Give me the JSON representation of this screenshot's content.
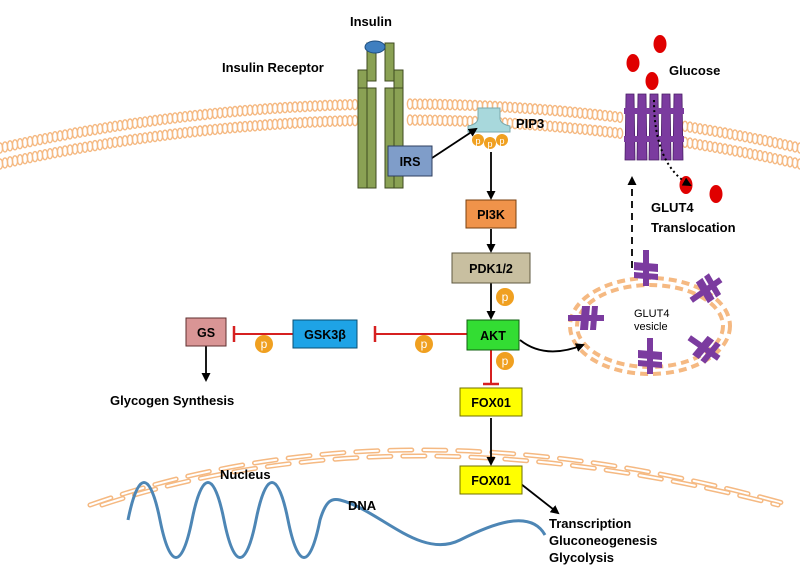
{
  "labels": {
    "insulin": "Insulin",
    "insulin_receptor": "Insulin Receptor",
    "pip3": "PIP3",
    "glucose": "Glucose",
    "glut4_translocation_1": "GLUT4",
    "glut4_translocation_2": "Translocation",
    "glut4_vesicle_1": "GLUT4",
    "glut4_vesicle_2": "vesicle",
    "glycogen_synthesis": "Glycogen Synthesis",
    "nucleus": "Nucleus",
    "dna": "DNA",
    "outputs": [
      "Transcription",
      "Gluconeogenesis",
      "Glycolysis"
    ]
  },
  "nodes": {
    "irs": "IRS",
    "pi3k": "PI3K",
    "pdk": "PDK1/2",
    "akt": "AKT",
    "gsk3b": "GSK3β",
    "gs": "GS",
    "foxo1_cyto": "FOX01",
    "foxo1_nuc": "FOX01"
  },
  "phospho": "p",
  "colors": {
    "irs": "#7f9dc9",
    "pi3k": "#f0934a",
    "pdk": "#c8bfa0",
    "akt": "#33dd33",
    "gsk3b": "#1ea3e6",
    "gs": "#d99595",
    "foxo": "#ffff00",
    "membrane": "#f5b982",
    "receptor": "#8aa154",
    "glut4": "#7b3b9f",
    "glucose": "#e00000",
    "inhibit": "#d62020",
    "phospho": "#f0a020",
    "dna": "#4d86b5",
    "insulin": "#3f7fc0",
    "pip3": "#a8d8dc"
  }
}
